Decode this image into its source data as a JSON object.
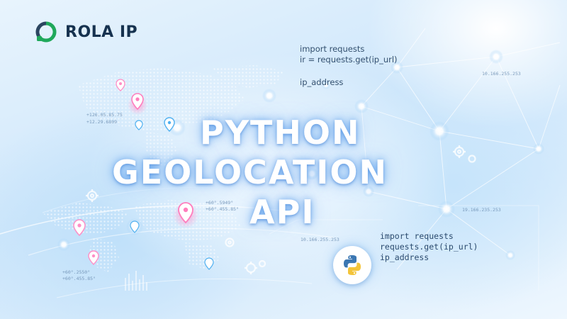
{
  "brand": {
    "name": "ROLA IP",
    "color": "#16324f",
    "accent": "#1fa85a"
  },
  "title": {
    "line1": "PYTHON",
    "line2": "GEOLOCATION",
    "line3": "API"
  },
  "code_top": {
    "line1": "import requests",
    "line2": "ir = requests.get(ip_url)",
    "line3": "ip_address"
  },
  "code_bottom": {
    "line1": "import requests",
    "line2": "requests.get(ip_url)",
    "line3": "ip_address"
  },
  "ip_labels": {
    "a": "+126.05.85.75",
    "b": "+12.29.6809",
    "c": "+60°.5949°",
    "d": "+60°.455.85°",
    "e": "+60°.2550°",
    "f": "+60°.455.85°",
    "g": "19.166.235.253",
    "h": "10.166.255.253",
    "i": "10.166.255.253"
  },
  "icons": [
    "logo-icon",
    "python-logo-icon",
    "location-pin-icon",
    "gear-icon",
    "network-node-icon"
  ]
}
